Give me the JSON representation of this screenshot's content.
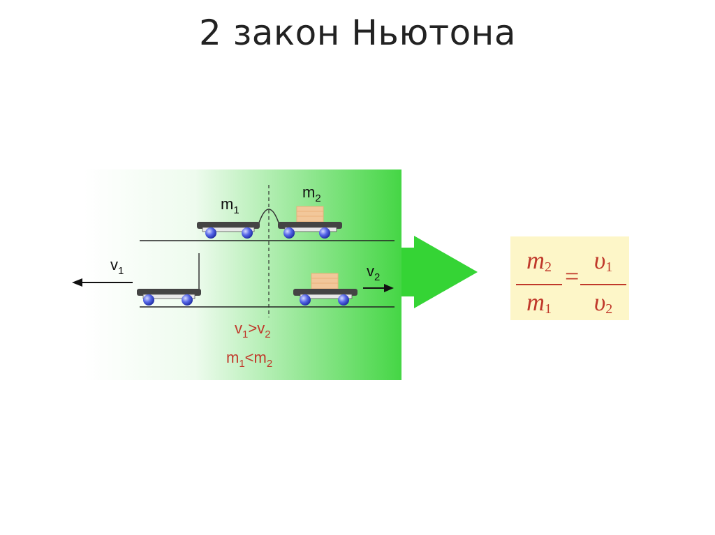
{
  "title": "2 закон Ньютона",
  "diagram": {
    "m1": "m",
    "m1_sub": "1",
    "m2": "m",
    "m2_sub": "2",
    "v1": "v",
    "v1_sub": "1",
    "v2": "v",
    "v2_sub": "2",
    "cond1_a": "v",
    "cond1_a_sub": "1",
    "cond1_op": ">",
    "cond1_b": "v",
    "cond1_b_sub": "2",
    "cond2_a": "m",
    "cond2_a_sub": "1",
    "cond2_op": "<",
    "cond2_b": "m",
    "cond2_b_sub": "2"
  },
  "formula": {
    "num_left": "m",
    "num_left_sub": "2",
    "den_left": "m",
    "den_left_sub": "1",
    "eq": "=",
    "num_right": "υ",
    "num_right_sub": "1",
    "den_right": "υ",
    "den_right_sub": "2"
  },
  "colors": {
    "gradient_start": "#ffffff",
    "gradient_end": "#45d645",
    "arrow": "#35d435",
    "label_red": "#c0392b",
    "wheel": "#4f5ee0",
    "cargo": "#f2c79a",
    "formula_bg": "#fdf6c8"
  }
}
